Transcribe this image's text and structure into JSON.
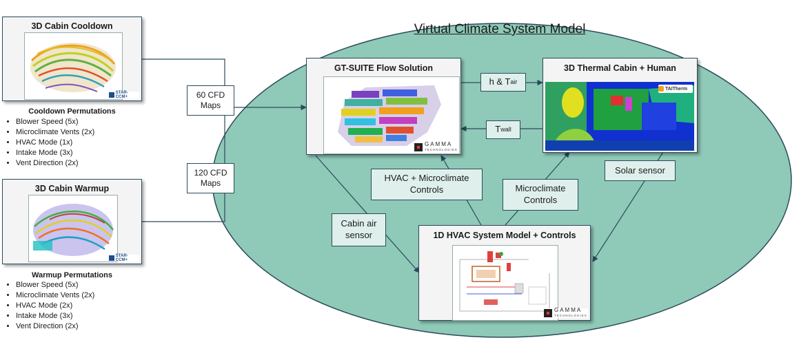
{
  "ellipse_title": "Virtual Climate System Model",
  "cooldown": {
    "title": "3D Cabin Cooldown",
    "badge": "STAR-CCM+",
    "perm_title": "Cooldown Permutations",
    "items": [
      "Blower Speed (5x)",
      "Microclimate Vents (2x)",
      "HVAC Mode (1x)",
      "Intake Mode (3x)",
      "Vent Direction (2x)"
    ]
  },
  "warmup": {
    "title": "3D Cabin Warmup",
    "badge": "STAR-CCM+",
    "perm_title": "Warmup Permutations",
    "items": [
      "Blower Speed (5x)",
      "Microclimate Vents (2x)",
      "HVAC Mode (2x)",
      "Intake Mode (3x)",
      "Vent Direction (2x)"
    ]
  },
  "maps60": "60 CFD Maps",
  "maps120": "120 CFD Maps",
  "gt": {
    "title": "GT-SUITE Flow Solution",
    "badge": "GAMMA",
    "badge_sub": "TECHNOLOGIES"
  },
  "thermal": {
    "title": "3D Thermal Cabin + Human",
    "badge": "TAITherm"
  },
  "hvac": {
    "title": "1D HVAC System Model + Controls",
    "badge": "GAMMA",
    "badge_sub": "TECHNOLOGIES"
  },
  "labels": {
    "h_tair_main": "h & T",
    "h_tair_sub": "air",
    "twall_main": "T",
    "twall_sub": "wall",
    "hvac_micro": "HVAC + Microclimate Controls",
    "micro": "Microclimate Controls",
    "solar": "Solar sensor",
    "cabin_air": "Cabin air sensor"
  }
}
